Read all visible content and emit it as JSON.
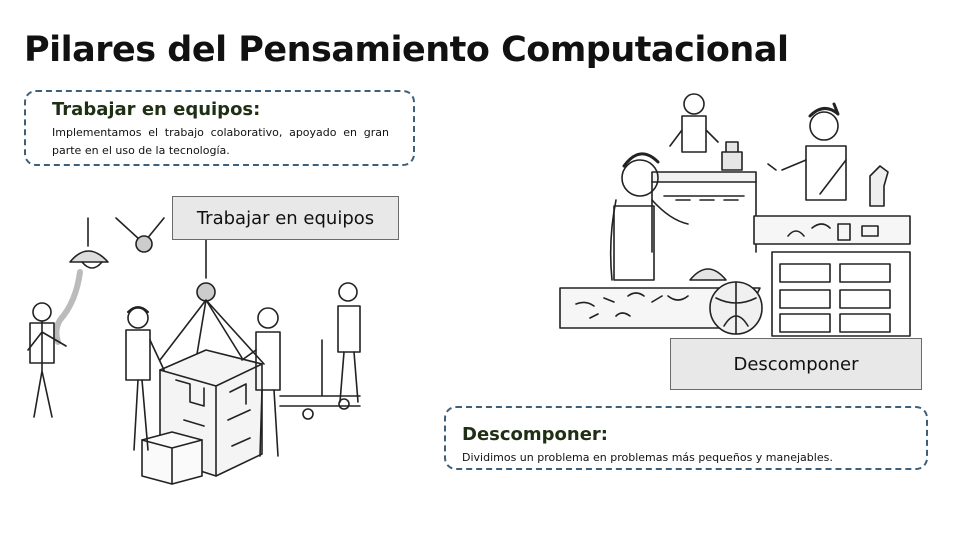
{
  "slide": {
    "title": "Pilares del Pensamiento Computacional"
  },
  "teamwork": {
    "heading": "Trabajar en equipos:",
    "description": "Implementamos el trabajo colaborativo, apoyado en gran parte en el uso de la tecnología.",
    "callout": "Trabajar en equipos"
  },
  "decompose": {
    "heading": "Descomponer:",
    "description": "Dividimos un problema en problemas más pequeños y manejables.",
    "callout": "Descomponer"
  },
  "colors": {
    "border": "#3e5f7a",
    "heading": "#1f2f14",
    "callout_bg": "#e8e8e8"
  }
}
